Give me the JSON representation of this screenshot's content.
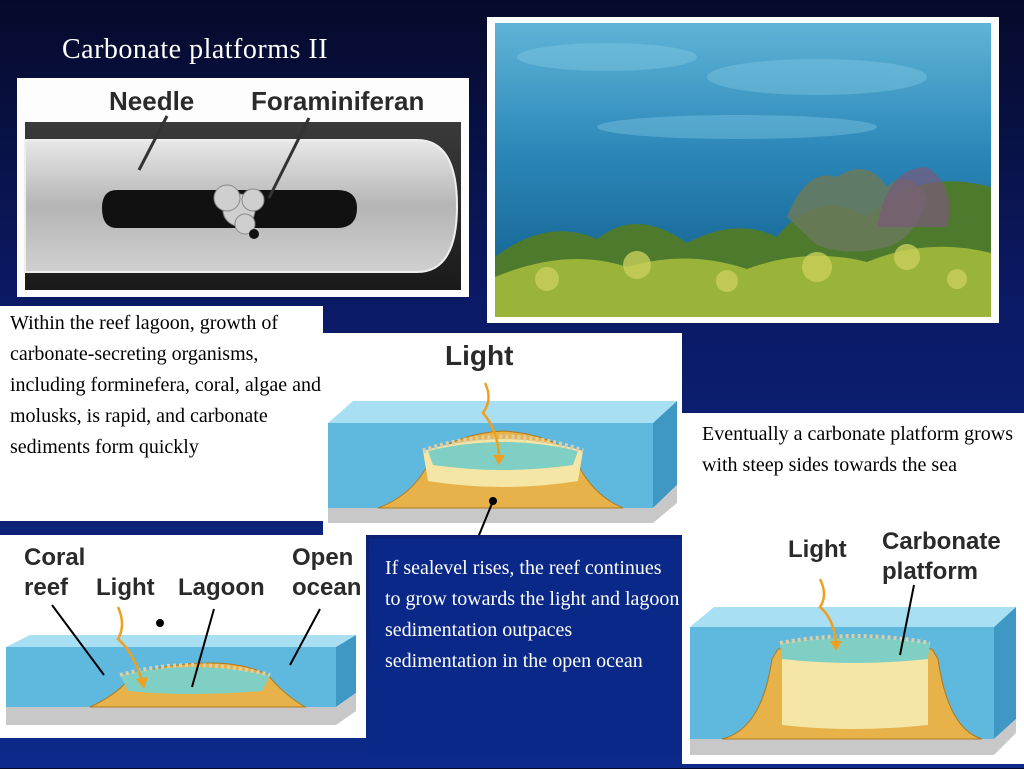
{
  "slide": {
    "title": "Carbonate platforms II"
  },
  "sem_image": {
    "label_needle": "Needle",
    "label_foraminiferan": "Foraminiferan"
  },
  "text_blocks": {
    "lagoon_growth": "Within the reef lagoon, growth of carbonate-secreting organisms, including forminefera, coral, algae and molusks, is rapid, and carbonate sediments form quickly",
    "sealevel_rises": "If sealevel rises, the reef continues to grow towards the light and lagoon sedimentation outpaces sedimentation in the open ocean",
    "platform_grows": "Eventually a carbonate platform grows with steep sides towards the sea"
  },
  "diagram_top": {
    "label_light": "Light"
  },
  "diagram_left": {
    "label_coral": "Coral",
    "label_reef": "reef",
    "label_light": "Light",
    "label_lagoon": "Lagoon",
    "label_open": "Open",
    "label_ocean": "ocean"
  },
  "diagram_right": {
    "label_light": "Light",
    "label_carbonate": "Carbonate",
    "label_platform": "platform"
  },
  "colors": {
    "background": "#0b1a66",
    "water": "#6ec6e6",
    "reef": "#e8b24a",
    "lagoon": "#7fcfc4",
    "arrow": "#f0a020"
  }
}
